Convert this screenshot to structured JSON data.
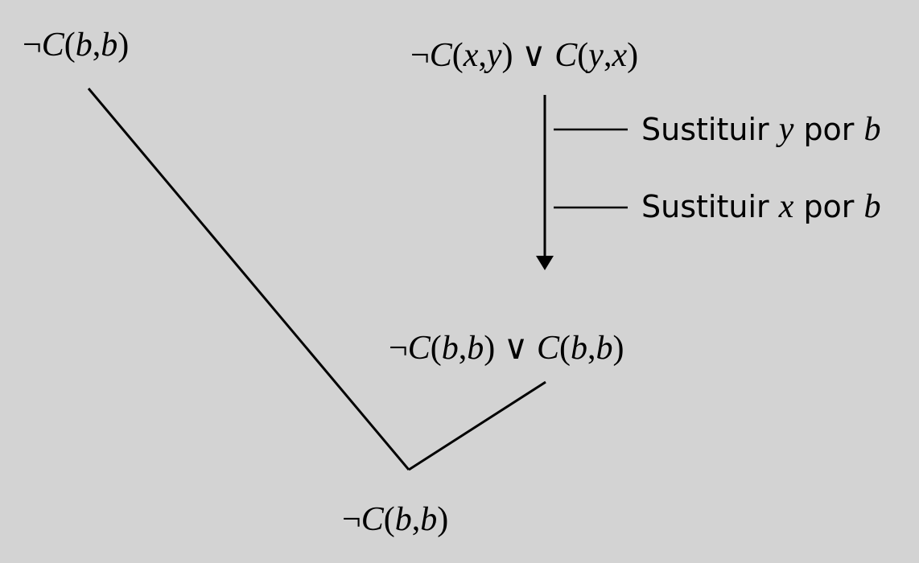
{
  "clauses": {
    "left": "¬C(b,b)",
    "right": "¬C(x,y) ∨ C(y,x)",
    "middle": "¬C(b,b) ∨ C(b,b)",
    "bottom": "¬C(b,b)"
  },
  "substitutions": [
    {
      "prefix": "Sustituir ",
      "var": "y",
      "mid": " por ",
      "value": "b"
    },
    {
      "prefix": "Sustituir ",
      "var": "x",
      "mid": " por ",
      "value": "b"
    }
  ]
}
